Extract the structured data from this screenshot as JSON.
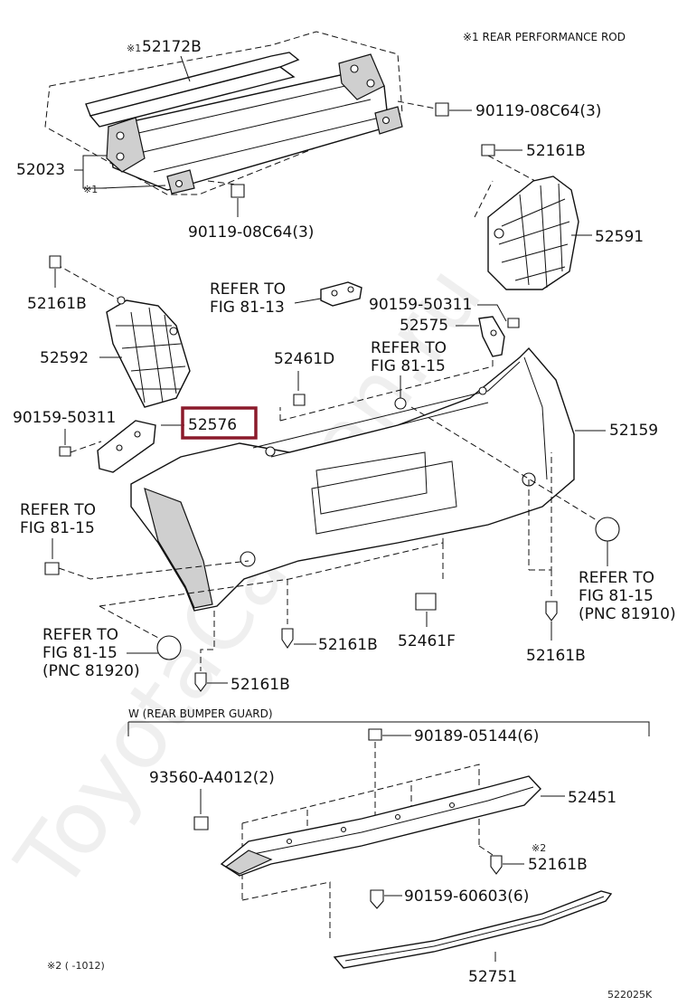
{
  "header_note": "※1 REAR PERFORMANCE ROD",
  "watermark": "ToyotaCarMan.ru",
  "labels": {
    "p52172B_mark": "※1",
    "p52172B": "52172B",
    "p52023": "52023",
    "mark1": "※1",
    "b90119a": "90119-08C64(3)",
    "b90119b": "90119-08C64(3)",
    "p52161B_tr": "52161B",
    "p52591": "52591",
    "p52161B_l": "52161B",
    "p52592": "52592",
    "refer1313_a": "REFER TO",
    "refer1313_b": "FIG 81-13",
    "p90159_r": "90159-50311",
    "p52575": "52575",
    "p52461D": "52461D",
    "refer1315c_a": "REFER TO",
    "refer1315c_b": "FIG 81-15",
    "p90159_l": "90159-50311",
    "p52576": "52576",
    "p52159": "52159",
    "refer1315l_a": "REFER TO",
    "refer1315l_b": "FIG 81-15",
    "refer1315r_a": "REFER TO",
    "refer1315r_b": "FIG 81-15",
    "refer1315r_c": "(PNC 81910)",
    "refer1315bl_a": "REFER TO",
    "refer1315bl_b": "FIG 81-15",
    "refer1315bl_c": "(PNC 81920)",
    "p52161B_c": "52161B",
    "p52461F": "52461F",
    "p52161B_r": "52161B",
    "p52161B_bl": "52161B",
    "guard_title": "W (REAR BUMPER GUARD)",
    "p90189": "90189-05144(6)",
    "p93560": "93560-A4012(2)",
    "p52451": "52451",
    "mark2": "※2",
    "p52161B_g": "52161B",
    "p90159_60603": "90159-60603(6)",
    "p52751": "52751",
    "footnote": "※2 (      -1012)",
    "fig_code": "522025K"
  },
  "highlight": {
    "part": "52576",
    "color": "#8b1a2b"
  }
}
